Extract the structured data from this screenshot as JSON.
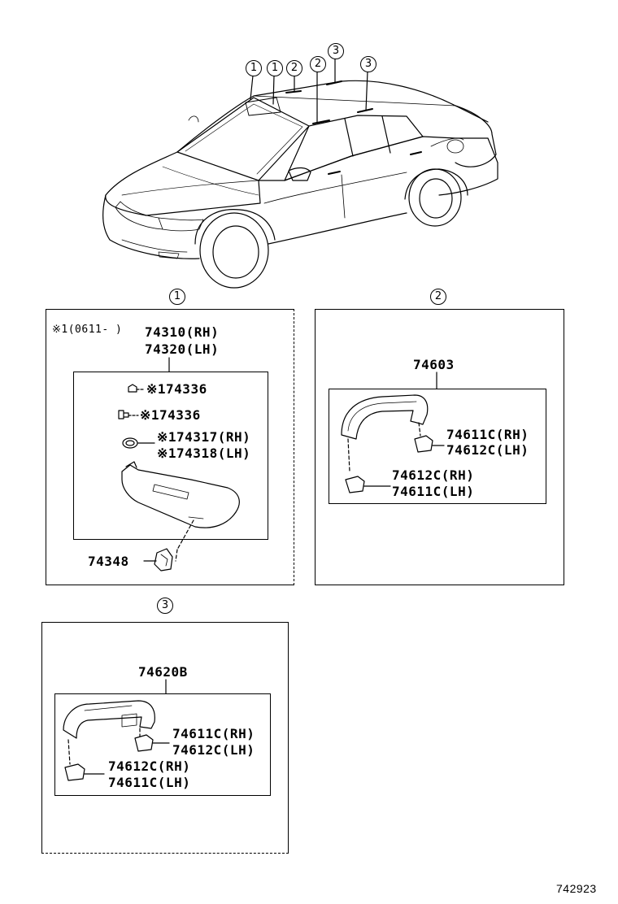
{
  "callouts": {
    "car": [
      "1",
      "1",
      "2",
      "2",
      "3",
      "3"
    ],
    "section1": "1",
    "section2": "2",
    "section3": "3"
  },
  "section1": {
    "note": "※1(0611-   )",
    "assy_rh": "74310(RH)",
    "assy_lh": "74320(LH)",
    "p_a": "※174336",
    "p_b": "※174336",
    "p_c_rh": "※174317(RH)",
    "p_c_lh": "※174318(LH)",
    "holder": "74348"
  },
  "section2": {
    "assy": "74603",
    "c1_rh": "74611C(RH)",
    "c1_lh": "74612C(LH)",
    "c2_rh": "74612C(RH)",
    "c2_lh": "74611C(LH)"
  },
  "section3": {
    "assy": "74620B",
    "c1_rh": "74611C(RH)",
    "c1_lh": "74612C(LH)",
    "c2_rh": "74612C(RH)",
    "c2_lh": "74611C(LH)"
  },
  "diagram_code": "742923"
}
